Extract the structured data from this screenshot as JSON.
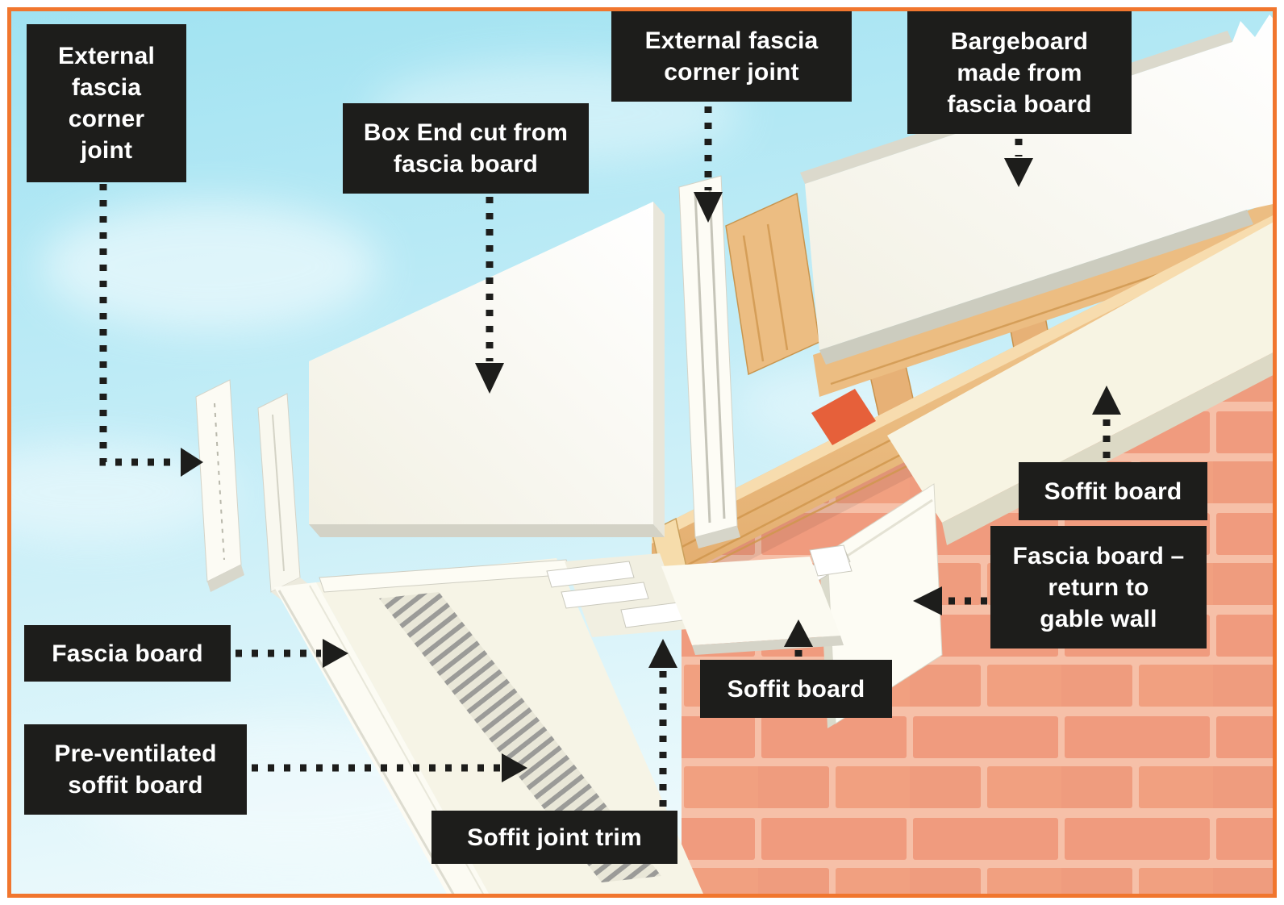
{
  "labels": {
    "corner_joint_left": "External\nfascia\ncorner\njoint",
    "box_end": "Box End cut from\nfascia board",
    "corner_joint_top": "External fascia\ncorner joint",
    "bargeboard": "Bargeboard\nmade from\nfascia board",
    "soffit_board_right": "Soffit board",
    "fascia_return": "Fascia board –\nreturn to\ngable wall",
    "fascia_board": "Fascia board",
    "pre_ventilated_soffit": "Pre-ventilated\nsoffit board",
    "soffit_board_center": "Soffit board",
    "soffit_joint_trim": "Soffit joint trim"
  },
  "colors": {
    "frame_border": "#f1762e",
    "label_background": "#1d1d1b",
    "label_text": "#ffffff",
    "sky": "#aee7f4",
    "brick": "#f09b7e",
    "mortar": "#f6c0a8",
    "wood": "#eec28a",
    "wood_grain": "#d0964e",
    "pvc_board": "#fdfdf6",
    "pvc_edge": "#d3d2c6",
    "vent_slat": "#9b9b98",
    "connector": "#1d1d1b"
  }
}
